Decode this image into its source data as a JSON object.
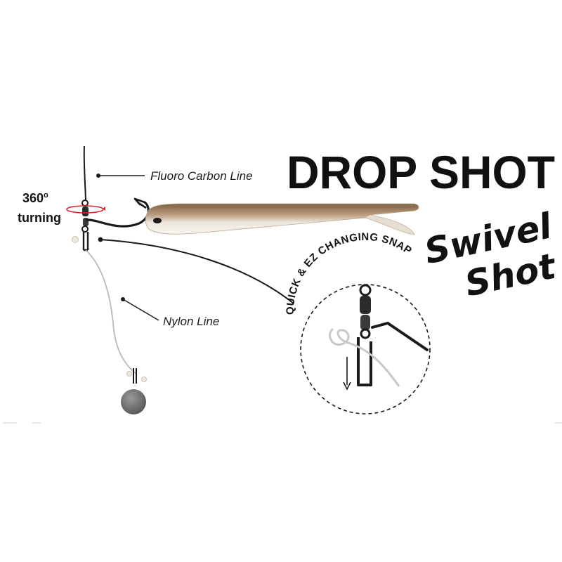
{
  "title": {
    "main": "DROP SHOT",
    "subtitle_line1": "Swivel",
    "subtitle_line2": "Shot"
  },
  "labels": {
    "fluoro_carbon_line": "Fluoro Carbon Line",
    "nylon_line": "Nylon Line",
    "rotation_degrees": "360",
    "rotation_degree_sign": "o",
    "rotation_word": "turning"
  },
  "inset": {
    "arc_text": "QUICK & EZ CHANGING SNAP"
  },
  "colors": {
    "line_dark": "#1a1a1a",
    "nylon_line": "#c8c8c8",
    "swivel_ring_red": "#d9262b",
    "lure_top": "#8a6a4e",
    "lure_belly": "#f2ede6",
    "sinker": "#6e6e6e",
    "bead": "#eeeadc"
  }
}
